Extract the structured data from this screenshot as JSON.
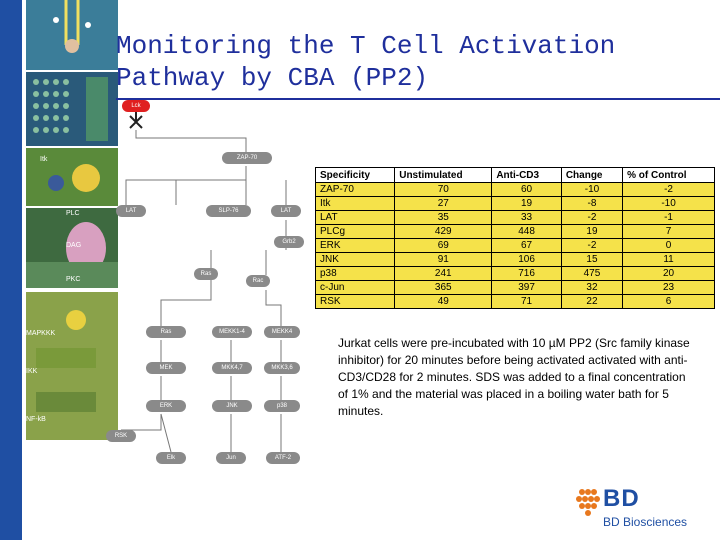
{
  "title": "Monitoring the T Cell Activation Pathway by CBA (PP2)",
  "sidebar_thumbnails": [
    {
      "label": ""
    },
    {
      "label": ""
    },
    {
      "label": "Itk"
    },
    {
      "label": "PLC"
    },
    {
      "label": "DAG"
    },
    {
      "label": "PKC"
    },
    {
      "label": "MAPKKK"
    },
    {
      "label": "IKK"
    },
    {
      "label": "NF-kB"
    }
  ],
  "pathway": {
    "lck": "Lck",
    "zap70": "ZAP-70",
    "lat": "LAT",
    "slp76": "SLP-76",
    "lat2": "LAT",
    "grb2": "Grb2",
    "ras1": "Ras",
    "rac": "Rac",
    "ras2": "Ras",
    "mekk14": "MEKK1-4",
    "mekk4": "MEKK4",
    "mek": "MEK",
    "mkk47": "MKK4,7",
    "mkk36": "MKK3,6",
    "erk": "ERK",
    "jnk": "JNK",
    "p38": "p38",
    "rsk": "RSK",
    "elk": "Elk",
    "jun": "Jun",
    "atf2": "ATF-2"
  },
  "table": {
    "headers": [
      "Specificity",
      "Unstimulated",
      "Anti-CD3",
      "Change",
      "% of Control"
    ],
    "rows": [
      [
        "ZAP-70",
        "70",
        "60",
        "-10",
        "-2"
      ],
      [
        "Itk",
        "27",
        "19",
        "-8",
        "-10"
      ],
      [
        "LAT",
        "35",
        "33",
        "-2",
        "-1"
      ],
      [
        "PLCg",
        "429",
        "448",
        "19",
        "7"
      ],
      [
        "ERK",
        "69",
        "67",
        "-2",
        "0"
      ],
      [
        "JNK",
        "91",
        "106",
        "15",
        "11"
      ],
      [
        "p38",
        "241",
        "716",
        "475",
        "20"
      ],
      [
        "c-Jun",
        "365",
        "397",
        "32",
        "23"
      ],
      [
        "RSK",
        "49",
        "71",
        "22",
        "6"
      ]
    ]
  },
  "description": "Jurkat cells were pre-incubated with 10 µM PP2 (Src family kinase inhibitor) for 20 minutes before being activated activated with anti-CD3/CD28 for 2 minutes. SDS was added to a final concentration of 1% and the material was placed in a boiling water bath for 5 minutes.",
  "logo": {
    "brand": "BD",
    "sub": "BD Biosciences"
  },
  "colors": {
    "sidebar": "#1f4fa3",
    "title": "#1f2f9c",
    "table_fill": "#f5e24a",
    "node": "#8a8a8a",
    "lck": "#e02020"
  }
}
